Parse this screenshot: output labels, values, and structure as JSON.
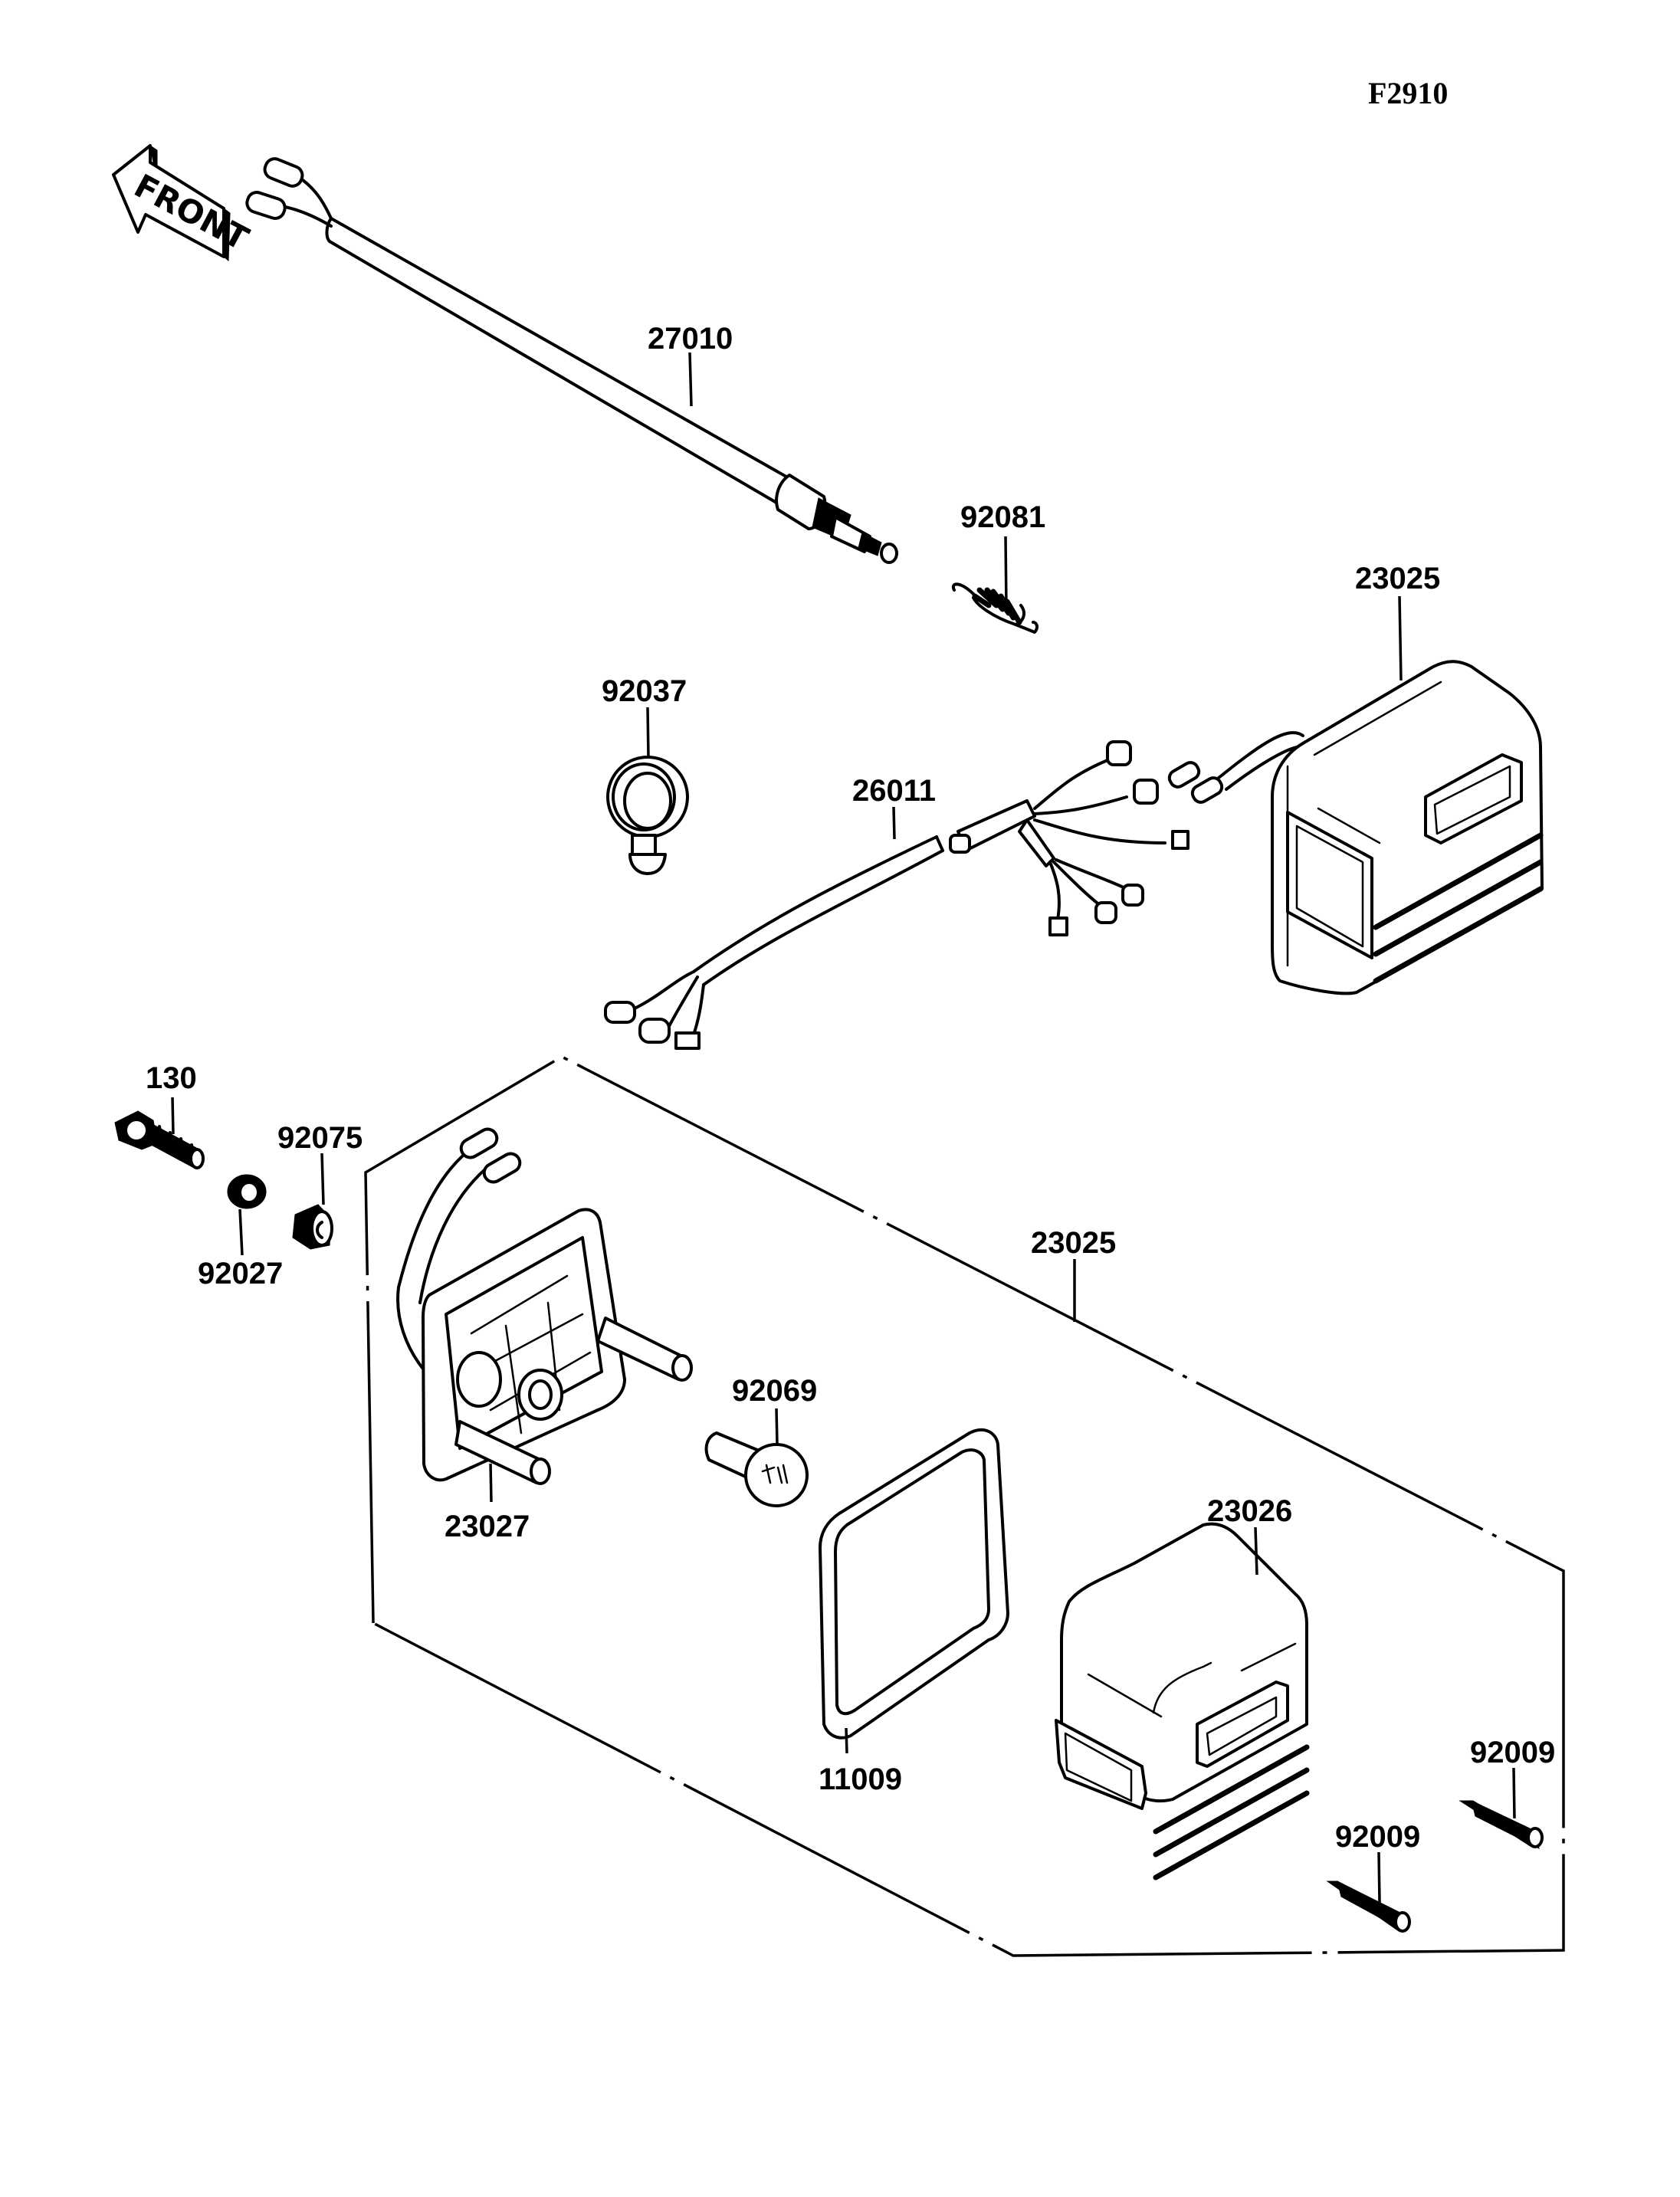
{
  "figure": {
    "id": "F2910",
    "title": "Taillight assembly exploded parts diagram"
  },
  "direction_arrow": {
    "label": "FRONT",
    "icon": "front-direction-arrow-icon"
  },
  "parts": [
    {
      "key": "brake_switch",
      "number": "27010",
      "name": "Brake light switch with cable",
      "icon": "switch-cable-icon"
    },
    {
      "key": "spring",
      "number": "92081",
      "name": "Spring",
      "icon": "spring-icon"
    },
    {
      "key": "clamp",
      "number": "92037",
      "name": "Clamp",
      "icon": "clamp-icon"
    },
    {
      "key": "harness",
      "number": "26011",
      "name": "Wiring harness",
      "icon": "wire-harness-icon"
    },
    {
      "key": "taillight_top",
      "number": "23025",
      "name": "Taillight assembly",
      "icon": "taillight-icon"
    },
    {
      "key": "bolt",
      "number": "130",
      "name": "Flanged bolt",
      "icon": "bolt-icon"
    },
    {
      "key": "collar",
      "number": "92027",
      "name": "Collar",
      "icon": "collar-icon"
    },
    {
      "key": "grommet",
      "number": "92075",
      "name": "Damper / grommet",
      "icon": "grommet-icon"
    },
    {
      "key": "assembly",
      "number": "23025",
      "name": "Taillight assembly (group)",
      "icon": "assembly-frame-icon"
    },
    {
      "key": "base",
      "number": "23027",
      "name": "Lamp base / socket",
      "icon": "lamp-base-icon"
    },
    {
      "key": "bulb",
      "number": "92069",
      "name": "Bulb",
      "icon": "bulb-icon"
    },
    {
      "key": "gasket",
      "number": "11009",
      "name": "Gasket",
      "icon": "gasket-icon"
    },
    {
      "key": "lens",
      "number": "23026",
      "name": "Lens",
      "icon": "lens-icon"
    },
    {
      "key": "screw_a",
      "number": "92009",
      "name": "Screw",
      "icon": "screw-icon"
    },
    {
      "key": "screw_b",
      "number": "92009",
      "name": "Screw",
      "icon": "screw-icon"
    }
  ]
}
